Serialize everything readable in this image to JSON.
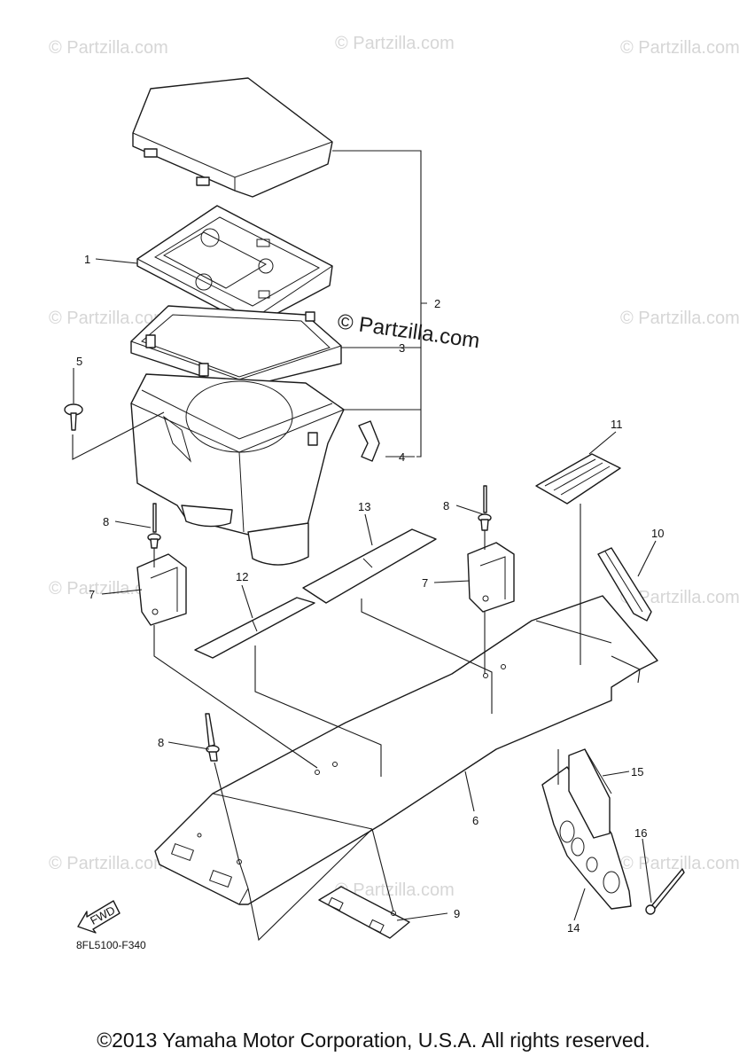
{
  "watermark": {
    "main": "© Partzilla.com",
    "repeat": "© Partzilla.com"
  },
  "callouts": [
    "1",
    "2",
    "3",
    "4",
    "5",
    "6",
    "7",
    "7",
    "8",
    "8",
    "8",
    "9",
    "10",
    "11",
    "12",
    "13",
    "14",
    "15",
    "16"
  ],
  "fwd_label": "FWD",
  "diagram_code": "8FL5100-F340",
  "copyright": "©2013 Yamaha Motor Corporation, U.S.A. All rights reserved."
}
